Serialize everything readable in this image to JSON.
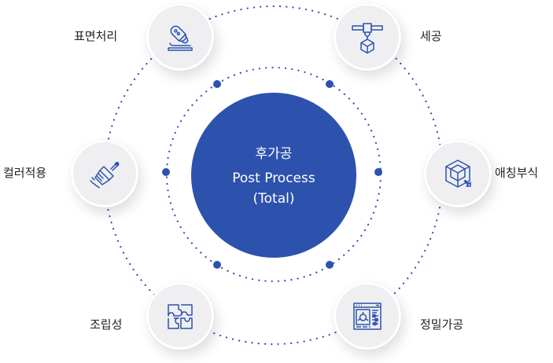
{
  "center": {
    "title_ko": "후가공",
    "title_en": "Post Process",
    "subtitle": "(Total)"
  },
  "colors": {
    "accent": "#2c52ae",
    "node_bg": "#efeff1",
    "label": "#222222"
  },
  "nodes": [
    {
      "label": "표면처리",
      "icon": "pen-surface-icon"
    },
    {
      "label": "세공",
      "icon": "3d-printer-icon"
    },
    {
      "label": "애칭부식",
      "icon": "cube-etching-icon"
    },
    {
      "label": "정밀가공",
      "icon": "cad-window-icon"
    },
    {
      "label": "조립성",
      "icon": "puzzle-icon"
    },
    {
      "label": "컬러적용",
      "icon": "paint-brush-icon"
    }
  ]
}
